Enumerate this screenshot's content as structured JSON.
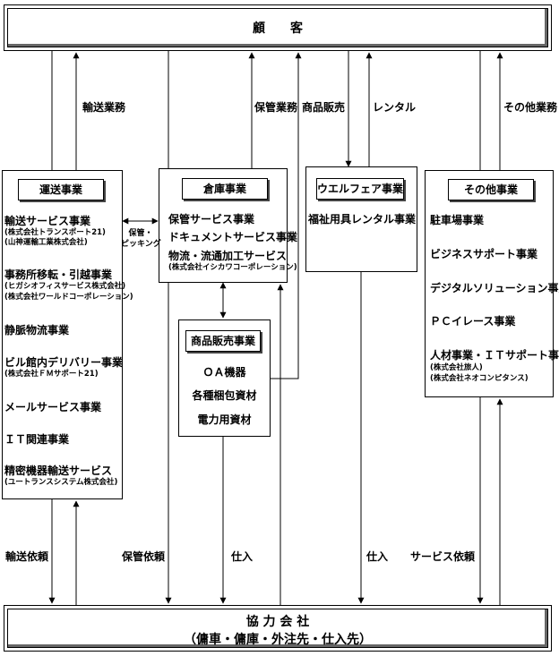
{
  "customer": "顧　　客",
  "partner": {
    "title": "協 力 会 社",
    "subtitle": "（傭車・傭庫・外注先・仕入先）"
  },
  "transport": {
    "header": "運送事業",
    "item1": "輸送サービス事業",
    "item1_sub1": "(株式会社トランスポート21)",
    "item1_sub2": "(山神運輸工業株式会社)",
    "item2": "事務所移転・引越事業",
    "item2_sub1": "(ヒガシオフィスサービス株式会社)",
    "item2_sub2": "(株式会社ワールドコーポレーション)",
    "item3": "静脈物流事業",
    "item4": "ビル館内デリバリー事業",
    "item4_sub1": "(株式会社ＦＭサポート21)",
    "item5": "メールサービス事業",
    "item6": "ＩＴ関連事業",
    "item7": "精密機器輸送サービス",
    "item7_sub1": "(ユートランスシステム株式会社)"
  },
  "warehouse": {
    "header": "倉庫事業",
    "item1": "保管サービス事業",
    "item2": "ドキュメントサービス事業",
    "item3": "物流・流通加工サービス",
    "item3_sub1": "(株式会社イシカワコーポレーション)"
  },
  "welfare": {
    "header": "ウエルフェア事業",
    "item1": "福祉用具レンタル事業"
  },
  "other": {
    "header": "その他事業",
    "item1": "駐車場事業",
    "item2": "ビジネスサポート事業",
    "item3": "デジタルソリューション事業",
    "item4": "ＰＣイレース事業",
    "item5": "人材事業・ＩＴサポート事業",
    "item5_sub1": "(株式会社旅人)",
    "item5_sub2": "(株式会社ネオコンピタンス)"
  },
  "sales": {
    "header": "商品販売事業",
    "item1": "ＯＡ機器",
    "item2": "各種梱包資材",
    "item3": "電力用資材"
  },
  "labels": {
    "transport_service": "輸送業務",
    "storage_service": "保管業務",
    "product_sales": "商品販売",
    "rental": "レンタル",
    "other_service": "その他業務",
    "storage_picking_1": "保管・",
    "storage_picking_2": "ピッキング",
    "transport_request": "輸送依頼",
    "storage_request": "保管依頼",
    "purchase_1": "仕入",
    "purchase_2": "仕入",
    "service_request": "サービス依頼"
  }
}
